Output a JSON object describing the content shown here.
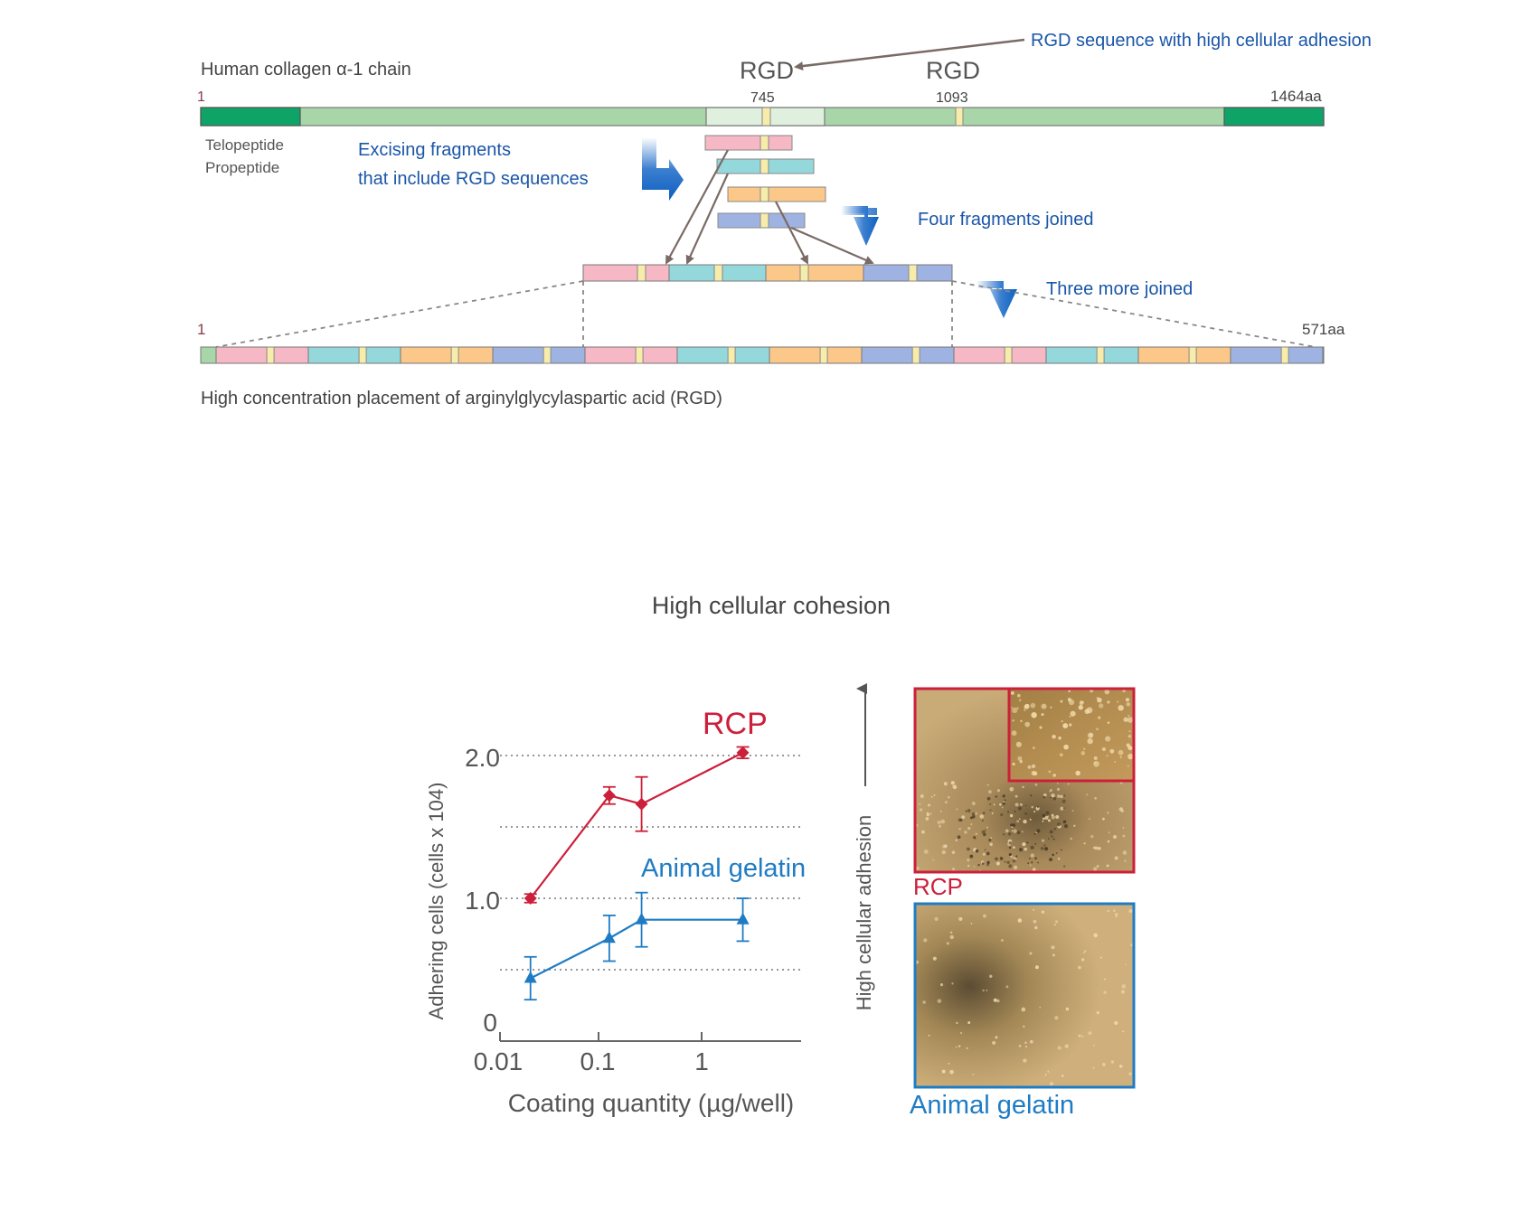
{
  "diagram": {
    "title": "Human collagen α-1 chain",
    "rgd_label_1": "RGD",
    "rgd_label_2": "RGD",
    "rgd_callout": "RGD sequence with high cellular adhesion",
    "pos_start": "1",
    "pos_745": "745",
    "pos_1093": "1093",
    "pos_end": "1464aa",
    "telopeptide": "Telopeptide",
    "propeptide": "Propeptide",
    "excising_line1": "Excising fragments",
    "excising_line2": "that include RGD sequences",
    "four_joined": "Four fragments joined",
    "three_joined": "Three more joined",
    "bottom_start": "1",
    "bottom_end": "571aa",
    "caption": "High concentration placement of arginylglycylaspartic acid (RGD)"
  },
  "section_title": "High cellular cohesion",
  "chart_data": {
    "type": "line",
    "xscale": "log",
    "xlabel": "Coating quantity (µg/well)",
    "ylabel": "Adhering cells (cells x 104)",
    "ylim": [
      0,
      2.2
    ],
    "yticks": [
      "0",
      "1.0",
      "2.0"
    ],
    "xticks": [
      "0.01",
      "0.1",
      "1"
    ],
    "grid_y": [
      0.5,
      1.0,
      1.5,
      2.0
    ],
    "series": [
      {
        "name": "RCP",
        "color": "#cc1f3a",
        "marker": "diamond",
        "x": [
          0.02,
          0.12,
          0.25,
          2.5
        ],
        "y": [
          1.0,
          1.72,
          1.66,
          2.02
        ],
        "err": [
          0.03,
          0.06,
          0.19,
          0.04
        ]
      },
      {
        "name": "Animal gelatin",
        "color": "#1f7cc4",
        "marker": "triangle",
        "x": [
          0.02,
          0.12,
          0.25,
          2.5
        ],
        "y": [
          0.44,
          0.72,
          0.85,
          0.85
        ],
        "err": [
          0.15,
          0.16,
          0.19,
          0.15
        ]
      }
    ]
  },
  "micrographs": {
    "axis_label": "High cellular adhesion",
    "rcp_label": "RCP",
    "gelatin_label": "Animal gelatin",
    "rcp_color": "#cc1f3a",
    "gelatin_color": "#1f7cc4"
  }
}
